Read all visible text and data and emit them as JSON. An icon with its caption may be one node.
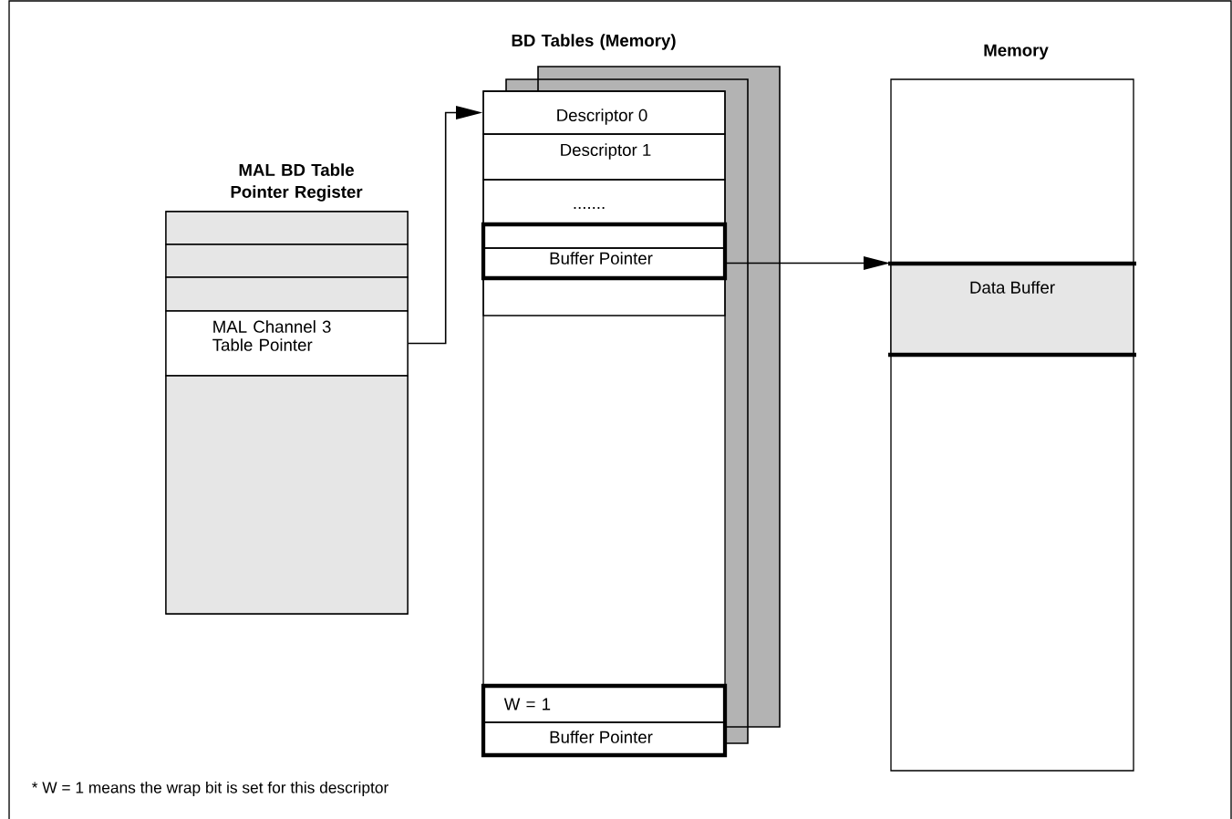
{
  "diagram": {
    "nodes": [
      {
        "text": [
          "MAL BD Table Pointer Register"
        ]
      },
      {
        "text": [],
        "shape": "box",
        "in": 0
      },
      {
        "text": [],
        "shape": "box",
        "in": 0
      },
      {
        "text": [],
        "shape": "box",
        "in": 0
      },
      {
        "text": [
          "MAL Channel 3 Table Pointer"
        ],
        "in": 0
      },
      {
        "text": [],
        "shape": "box",
        "in": 0
      },
      {
        "text": [
          "BD Tables (Memory)"
        ]
      },
      {
        "text": [
          "Descriptor 0"
        ],
        "in": 6
      },
      {
        "text": [
          "Descriptor 1"
        ],
        "in": 6
      },
      {
        "text": [
          "......."
        ],
        "in": 6
      },
      {
        "text": [],
        "shape": "box",
        "in": 6
      },
      {
        "text": [],
        "shape": "box",
        "in": 10
      },
      {
        "text": [
          "Buffer Pointer"
        ],
        "in": 10
      },
      {
        "text": [],
        "shape": "box",
        "in": 6
      },
      {
        "text": [],
        "shape": "box",
        "in": 6
      },
      {
        "text": [
          "W = 1"
        ],
        "in": 14
      },
      {
        "text": [
          "Buffer Pointer"
        ],
        "in": 14
      },
      {
        "text": [
          "Memory"
        ]
      },
      {
        "text": [
          "Data Buffer"
        ],
        "in": 17
      }
    ],
    "edges": [
      {
        "from": 4,
        "to": 7,
        "arrow": "to"
      },
      {
        "from": 12,
        "to": 18,
        "arrow": "to"
      }
    ],
    "labels": [
      "* W = 1 means the wrap bit is set for this descriptor"
    ]
  }
}
